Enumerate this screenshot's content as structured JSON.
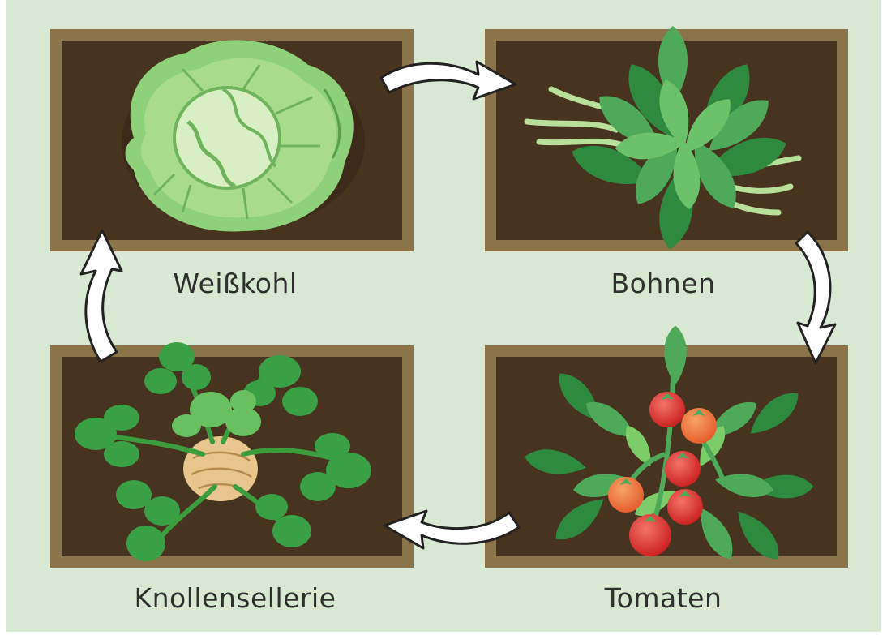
{
  "colors": {
    "background": "#d9e8d3",
    "bed_frame": "#8b7449",
    "soil": "#47341f",
    "arrow_fill": "#ffffff",
    "arrow_stroke": "#222222"
  },
  "beds": [
    {
      "id": "cabbage",
      "label": "Weißkohl",
      "icon": "cabbage-icon"
    },
    {
      "id": "beans",
      "label": "Bohnen",
      "icon": "bean-plant-icon"
    },
    {
      "id": "tomato",
      "label": "Tomaten",
      "icon": "tomato-plant-icon"
    },
    {
      "id": "celery",
      "label": "Knollensellerie",
      "icon": "celeriac-icon"
    }
  ],
  "rotation_order": [
    "Weißkohl",
    "Bohnen",
    "Tomaten",
    "Knollensellerie"
  ]
}
